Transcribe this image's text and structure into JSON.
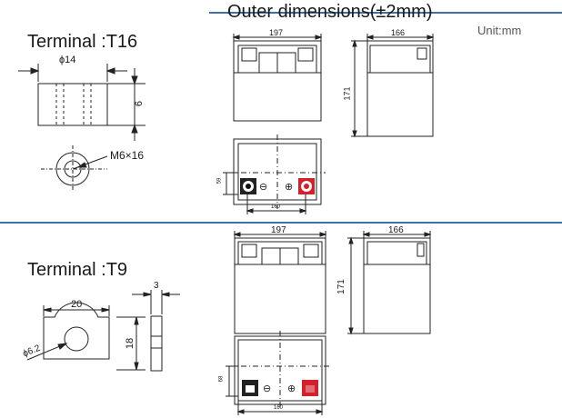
{
  "header": {
    "title": "Outer dimensions(±2mm)",
    "unit": "Unit:mm"
  },
  "colors": {
    "rule": "#3d6fa8",
    "line": "#222222",
    "positive_terminal": "#d4202a",
    "negative_terminal": "#111111"
  },
  "top_section": {
    "terminal_title": "Terminal :T16",
    "terminal_dims": {
      "diameter": "ϕ14",
      "height": "6",
      "bolt": "M6×16"
    },
    "front_width": "197",
    "side_width": "166",
    "height": "171",
    "top_view": {
      "depth": "59",
      "terminal_spacing": "160"
    }
  },
  "bottom_section": {
    "terminal_title": "Terminal :T9",
    "terminal_dims": {
      "width": "20",
      "thickness": "3",
      "height": "18",
      "hole": "ϕ6.2"
    },
    "front_width": "197",
    "side_width": "166",
    "height": "171",
    "top_view": {
      "depth": "68",
      "terminal_spacing": "160"
    }
  }
}
